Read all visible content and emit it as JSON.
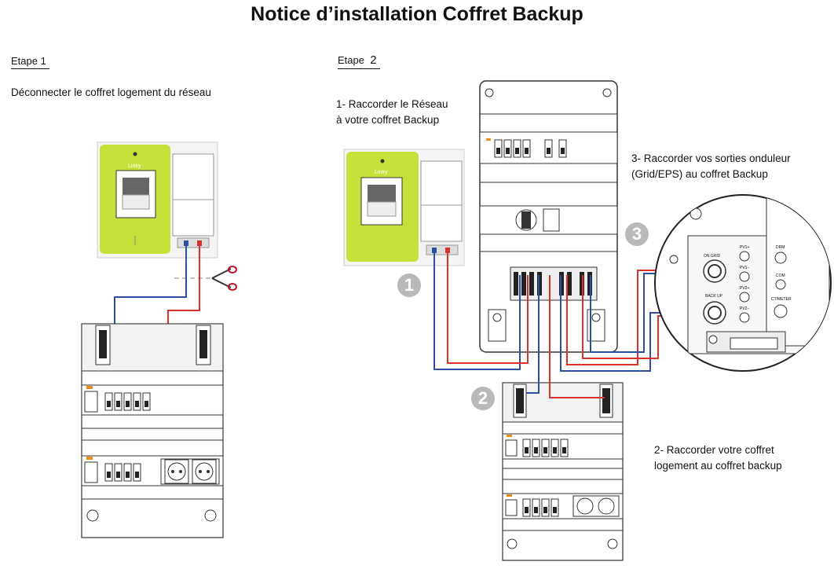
{
  "title": "Notice d’installation Coffret Backup",
  "step1": {
    "label": "Etape 1",
    "instruction": "Déconnecter le coffret logement du réseau"
  },
  "step2": {
    "label_prefix": "Etape",
    "label_number": "2",
    "instruction_1_line1": "1- Raccorder le Réseau",
    "instruction_1_line2": "à votre coffret Backup",
    "instruction_3_line1": "3- Raccorder vos sorties onduleur",
    "instruction_3_line2": "(Grid/EPS) au coffret Backup",
    "instruction_2_line1": "2- Raccorder votre coffret",
    "instruction_2_line2": "logement au coffret backup"
  },
  "badges": {
    "one": "1",
    "two": "2",
    "three": "3"
  },
  "linky_brand": "Linky",
  "inverter_labels": {
    "on_grid": "ON GRID",
    "backup": "BACK UP",
    "pv1_plus": "PV1+",
    "pv1_minus": "PV1−",
    "pv2_plus": "PV2+",
    "pv2_minus": "PV2−",
    "drm": "DRM",
    "com": "COM",
    "ctmeter": "CT/METER"
  },
  "colors": {
    "linky_green": "#c8e03a",
    "wire_blue": "#2b4fa3",
    "wire_red": "#d8322c",
    "badge_gray": "#b9b9b9",
    "panel_gray": "#e9e9e9",
    "orange": "#f08a1c"
  }
}
